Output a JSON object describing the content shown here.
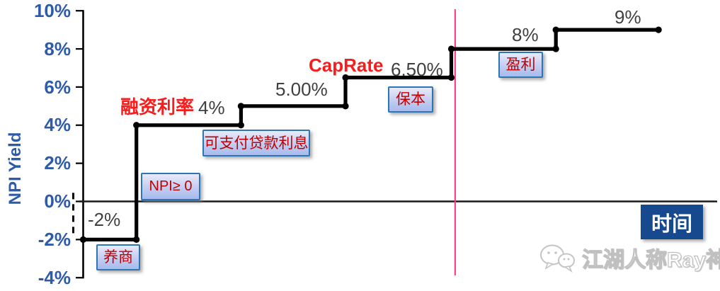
{
  "chart_data": {
    "type": "step-line",
    "title": "",
    "ylabel": "NPI Yield",
    "xlabel": "时间",
    "ylim": [
      -4,
      10
    ],
    "y_tick_labels": [
      "10%",
      "8%",
      "6%",
      "4%",
      "2%",
      "0%",
      "-2%",
      "-4%"
    ],
    "y_tick_values": [
      10,
      8,
      6,
      4,
      2,
      0,
      -2,
      -4
    ],
    "grid": false,
    "legend": "none",
    "series_color": "#000000",
    "steps": [
      {
        "value": -2,
        "label": "-2%",
        "x_from": 0.0,
        "x_to": 0.084
      },
      {
        "value": 4,
        "label": "4%",
        "x_from": 0.084,
        "x_to": 0.249
      },
      {
        "value": 5,
        "label": "5.00%",
        "x_from": 0.249,
        "x_to": 0.414
      },
      {
        "value": 6.5,
        "label": "6.50%",
        "x_from": 0.414,
        "x_to": 0.581
      },
      {
        "value": 8,
        "label": "8%",
        "x_from": 0.581,
        "x_to": 0.746
      },
      {
        "value": 9,
        "label": "9%",
        "x_from": 0.746,
        "x_to": 0.908
      }
    ],
    "reference_line": {
      "x_fraction": 0.587,
      "color": "#FF2E87"
    },
    "start_dash_from": 0.45,
    "start_dash_to": -1.85
  },
  "annotations": {
    "financing_rate_label": "融资利率",
    "caprate_label": "CapRate",
    "boxes": [
      {
        "text": "养商"
      },
      {
        "text": "NPI≥ 0"
      },
      {
        "text": "可支付贷款利息"
      },
      {
        "text": "保本"
      },
      {
        "text": "盈利"
      }
    ],
    "time_label": "时间"
  },
  "watermark": {
    "text": "江湖人称Ray神",
    "icon": "wechat-icon"
  },
  "colors": {
    "axis_label_blue": "#2E5BA8",
    "red_label": "#F51D1D",
    "box_text_red": "#C00000",
    "box_border_blue": "#2E75B6",
    "time_box_blue": "#17498E",
    "gray_label": "#3F3F3F",
    "series_black": "#000000",
    "reference_pink": "#FF2E87"
  }
}
